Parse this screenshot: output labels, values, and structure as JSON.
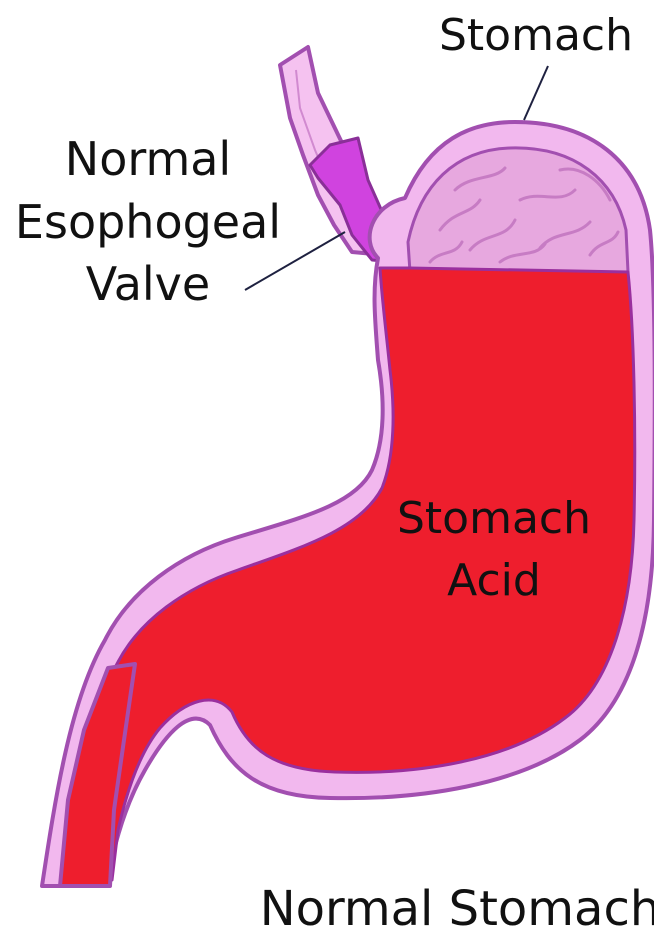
{
  "labels": {
    "stomach": "Stomach",
    "valve_line1": "Normal",
    "valve_line2": "Esophogeal",
    "valve_line3": "Valve",
    "acid_line1": "Stomach",
    "acid_line2": "Acid",
    "caption": "Normal Stomach"
  },
  "colors": {
    "stomach_wall_outer": "#f2b8ee",
    "stomach_wall_outline": "#a24fb0",
    "esophagus": "#f5c2f0",
    "valve_band": "#d043df",
    "acid_red": "#ee1e2d",
    "upper_lining": "#e7a8df",
    "upper_folds": "#c77cc4",
    "leader_line": "#1e2140"
  }
}
